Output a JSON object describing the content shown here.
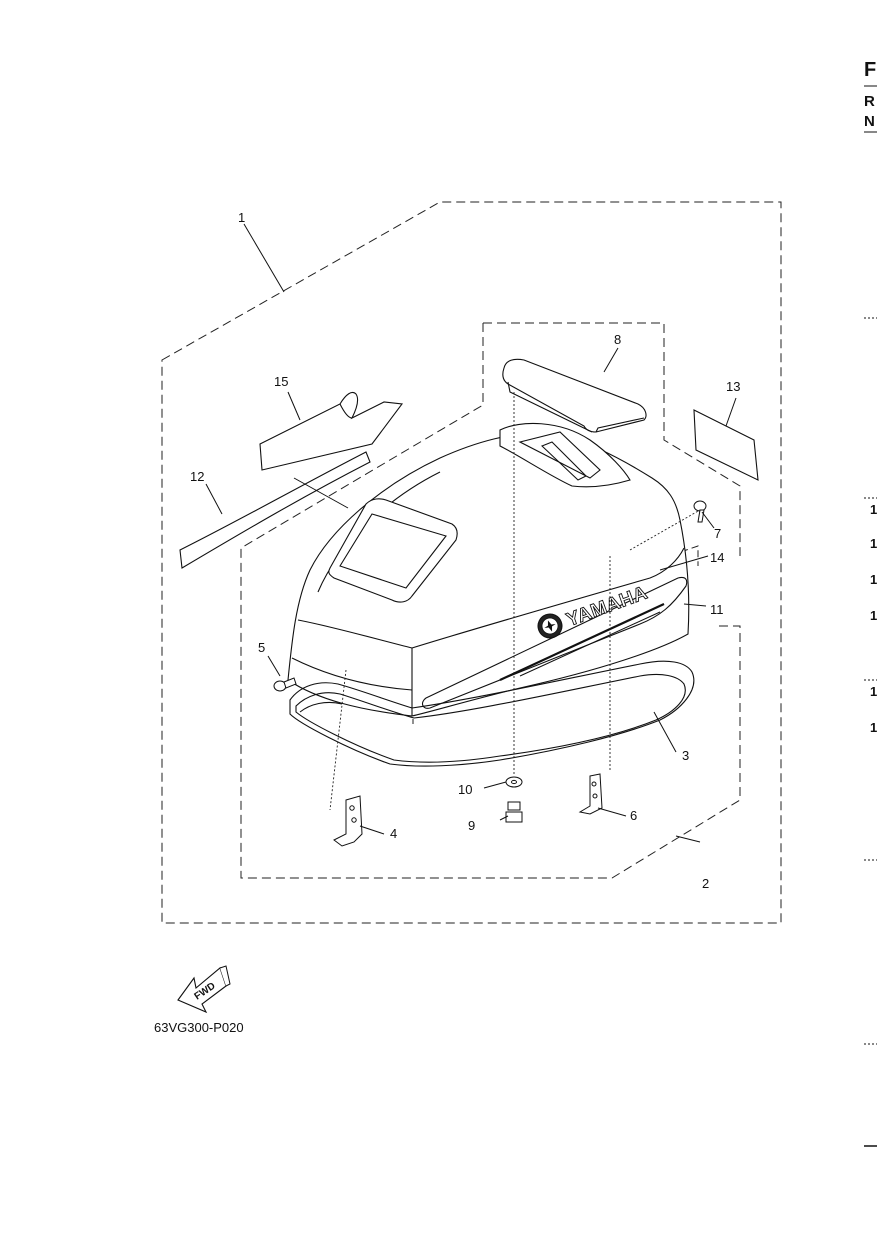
{
  "diagram": {
    "callouts": {
      "c1": "1",
      "c2": "2",
      "c3": "3",
      "c4": "4",
      "c5": "5",
      "c6": "6",
      "c7": "7",
      "c8": "8",
      "c9": "9",
      "c10": "10",
      "c11": "11",
      "c12": "12",
      "c13": "13",
      "c14": "14",
      "c15": "15"
    },
    "brand_text": "YAMAHA",
    "fwd_label": "FWD",
    "reference_code": "63VG300-P020"
  },
  "right_edge": {
    "letters": [
      "F",
      "R",
      "N"
    ],
    "numbers": [
      "1",
      "1",
      "1",
      "1",
      "1",
      "1"
    ]
  }
}
